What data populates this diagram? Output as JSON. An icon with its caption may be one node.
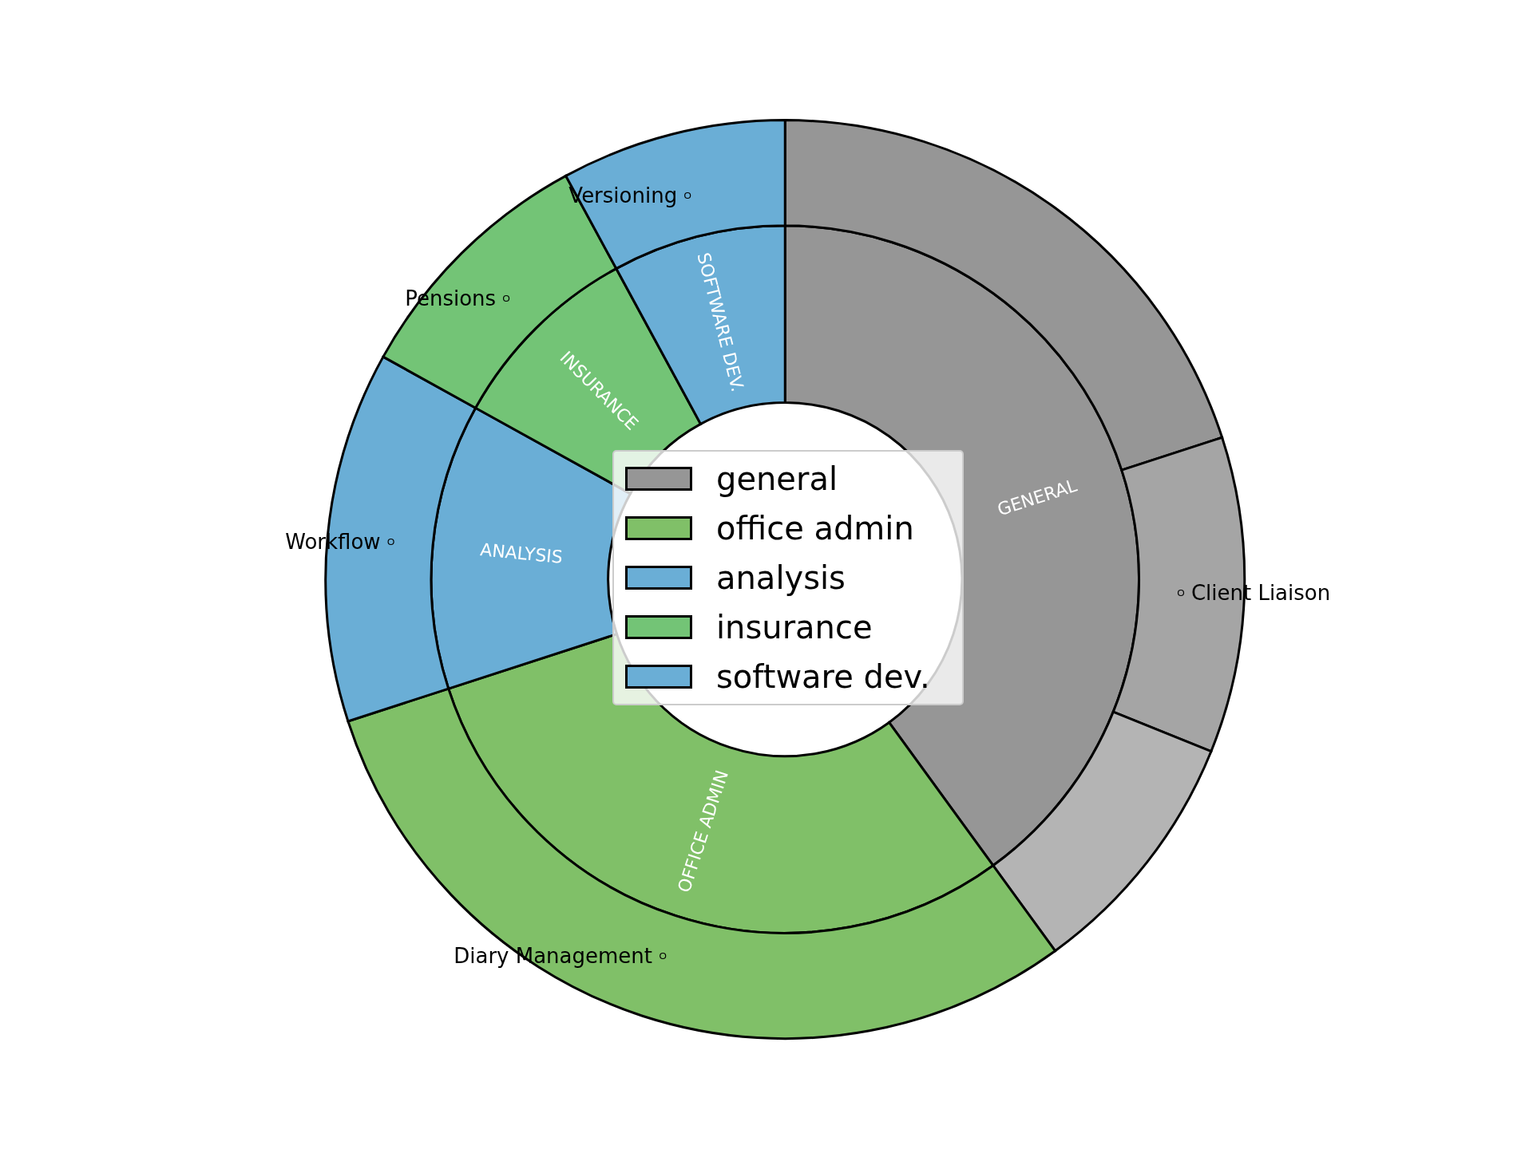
{
  "diagram": {
    "nodes": [
      {
        "text": [
          "GENERAL"
        ]
      },
      {
        "text": [
          "OFFICE ADMIN"
        ]
      },
      {
        "text": [
          "ANALYSIS"
        ]
      },
      {
        "text": [
          "INSURANCE"
        ]
      },
      {
        "text": [
          "SOFTWARE DEV."
        ]
      },
      {
        "text": [],
        "shape": "wedge"
      },
      {
        "text": [
          "Client Liaison"
        ]
      },
      {
        "text": [],
        "shape": "wedge"
      },
      {
        "text": [
          "Diary Management"
        ]
      },
      {
        "text": [
          "Workflow"
        ]
      },
      {
        "text": [
          "Pensions"
        ]
      },
      {
        "text": [
          "Versioning"
        ]
      }
    ],
    "legend": [
      {
        "text": "general",
        "color": "#969696"
      },
      {
        "text": "office admin",
        "color": "#80c068"
      },
      {
        "text": "analysis",
        "color": "#6aaed6"
      },
      {
        "text": "insurance",
        "color": "#73c476"
      },
      {
        "text": "software dev.",
        "color": "#6aaed6"
      }
    ]
  }
}
